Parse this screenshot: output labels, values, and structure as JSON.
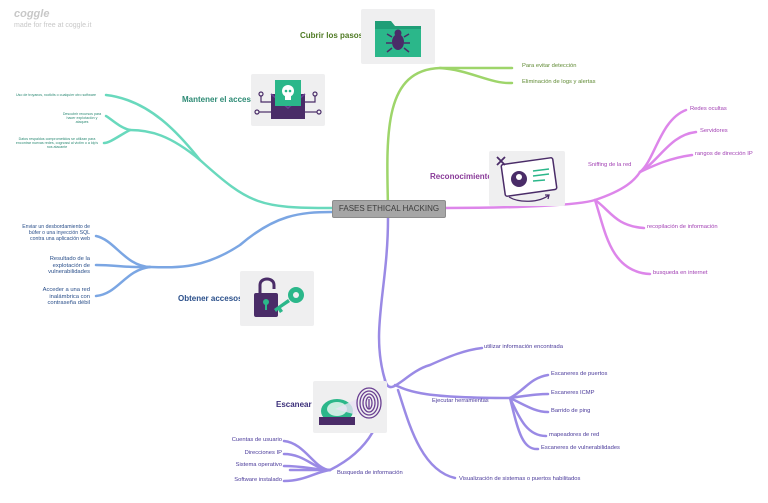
{
  "header": {
    "brand": "coggle",
    "tagline": "made for free at coggle.it"
  },
  "center": {
    "label": "FASES ETHICAL HACKING"
  },
  "colors": {
    "cubrir": "#9ed56a",
    "mantener": "#69d9bd",
    "obtener": "#7ba6e3",
    "escanear": "#9a8ae5",
    "reconocimiento": "#dd86ea"
  },
  "branches": {
    "cubrir": {
      "title": "Cubrir los pasos",
      "icon": "spy-bug-folder-icon",
      "leaves": [
        "Para evitar detección",
        "Eliminación de logs y alertas"
      ]
    },
    "mantener": {
      "title": "Mantener el acceso",
      "icon": "skull-envelope-icon",
      "leaves": [
        "Uso de troyanos, rootkits o cualquier otro software",
        "Descubrir recursos para hacer explotación y ataques",
        "Datos respaldos comprometidos se utilizan para encontrar nuevas redes, cognossi al victim o a ldp's nos atacante"
      ]
    },
    "obtener": {
      "title": "Obtener accesos",
      "icon": "lock-key-icon",
      "leaves": [
        "Enviar un desbordamiento de búfer o una inyección SQL contra una aplicación web",
        "Resultado de la explotación de vulnerabilidades",
        "Acceder a una red inalámbrica con contraseña débil"
      ]
    },
    "escanear": {
      "title": "Escanear",
      "icon": "fingerprint-scan-icon",
      "utilizar": "utilizar información encontrada",
      "ejecutar": {
        "label": "Ejecutar herramientas",
        "items": [
          "Escaneres de puertos",
          "Escaneres ICMP",
          "Barrido de ping",
          "mapeadores de red",
          "Escaneres de vulnerabilidades"
        ]
      },
      "busqueda": {
        "label": "Busqueda de información",
        "items": [
          "Cuentas de usuario",
          "Direcciones IP",
          "Sistema operativo",
          "Software instalado"
        ]
      },
      "visualizacion": "Visualización de sistemas o puertos habilitados"
    },
    "reconocimiento": {
      "title": "Reconocimiento",
      "icon": "id-card-icon",
      "sniffing": {
        "label": "Sniffing de la red",
        "items": [
          "Redes ocultas",
          "Servidores",
          "rangos de dirección IP"
        ]
      },
      "recopilacion": "recopilación de información",
      "busqueda": "busqueda en internet"
    }
  }
}
